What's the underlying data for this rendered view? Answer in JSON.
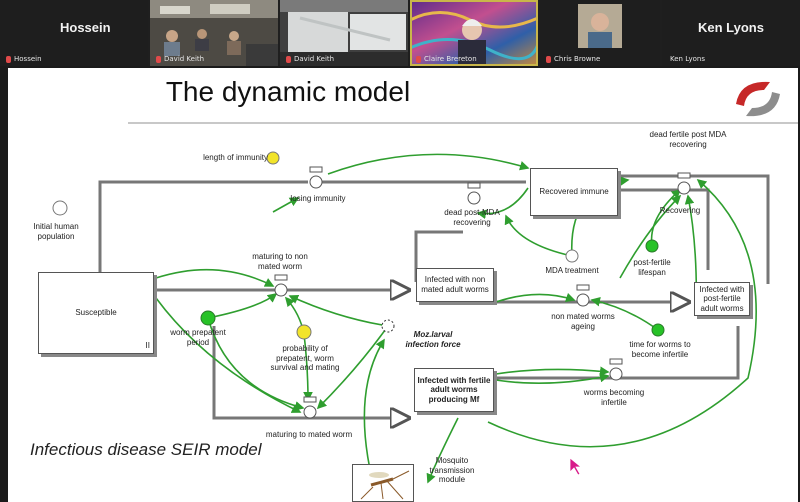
{
  "participants": [
    {
      "display": "Hossein",
      "label": "Hossein"
    },
    {
      "label": "David Keith"
    },
    {
      "label": "David Keith"
    },
    {
      "label": "Claire Brereton"
    },
    {
      "label": "Chris Browne"
    },
    {
      "display": "Ken Lyons",
      "label": "Ken Lyons"
    }
  ],
  "slide": {
    "title": "The dynamic model",
    "footer": "Infectious disease SEIR model",
    "labels": {
      "length_of_immunity": "length of immunity",
      "losing_immunity": "losing immunity",
      "initial_human_population": "Initial human population",
      "maturing_to_non_mated": "maturing to non mated worm",
      "susceptible": "Susceptible",
      "susceptible_marker": "II",
      "worm_prepatent_period": "worm prepatent period",
      "probability_prepatent": "probability of prepatent, worm survival and mating",
      "maturing_to_mated": "maturing to mated worm",
      "moz_larval": "Moz.larval infection force",
      "infected_non_mated": "Infected with non mated adult worms",
      "infected_fertile": "Infected with fertile adult worms producing Mf",
      "mosquito_module": "Mosquito transmission module",
      "recovered_immune": "Recovered immune",
      "dead_post_mda": "dead post-MDA recovering",
      "mda_treatment": "MDA treatment",
      "dead_fertile_post_mda": "dead fertile post MDA recovering",
      "recovering": "Recovering",
      "post_fertile_lifespan": "post-fertile lifespan",
      "infected_post_fertile": "Infected with post-fertile adult worms",
      "non_mated_ageing": "non mated worms ageing",
      "time_for_worms": "time for worms to become infertile",
      "worms_becoming_infertile": "worms becoming infertile"
    }
  },
  "colors": {
    "flow": "#2f9e2f",
    "stock_border": "#555555",
    "green_node": "#27c227",
    "yellow_node": "#f2e42a"
  },
  "icons": {
    "logo": "red-gray-swoosh-logo",
    "cursor": "pink-mouse-cursor"
  }
}
